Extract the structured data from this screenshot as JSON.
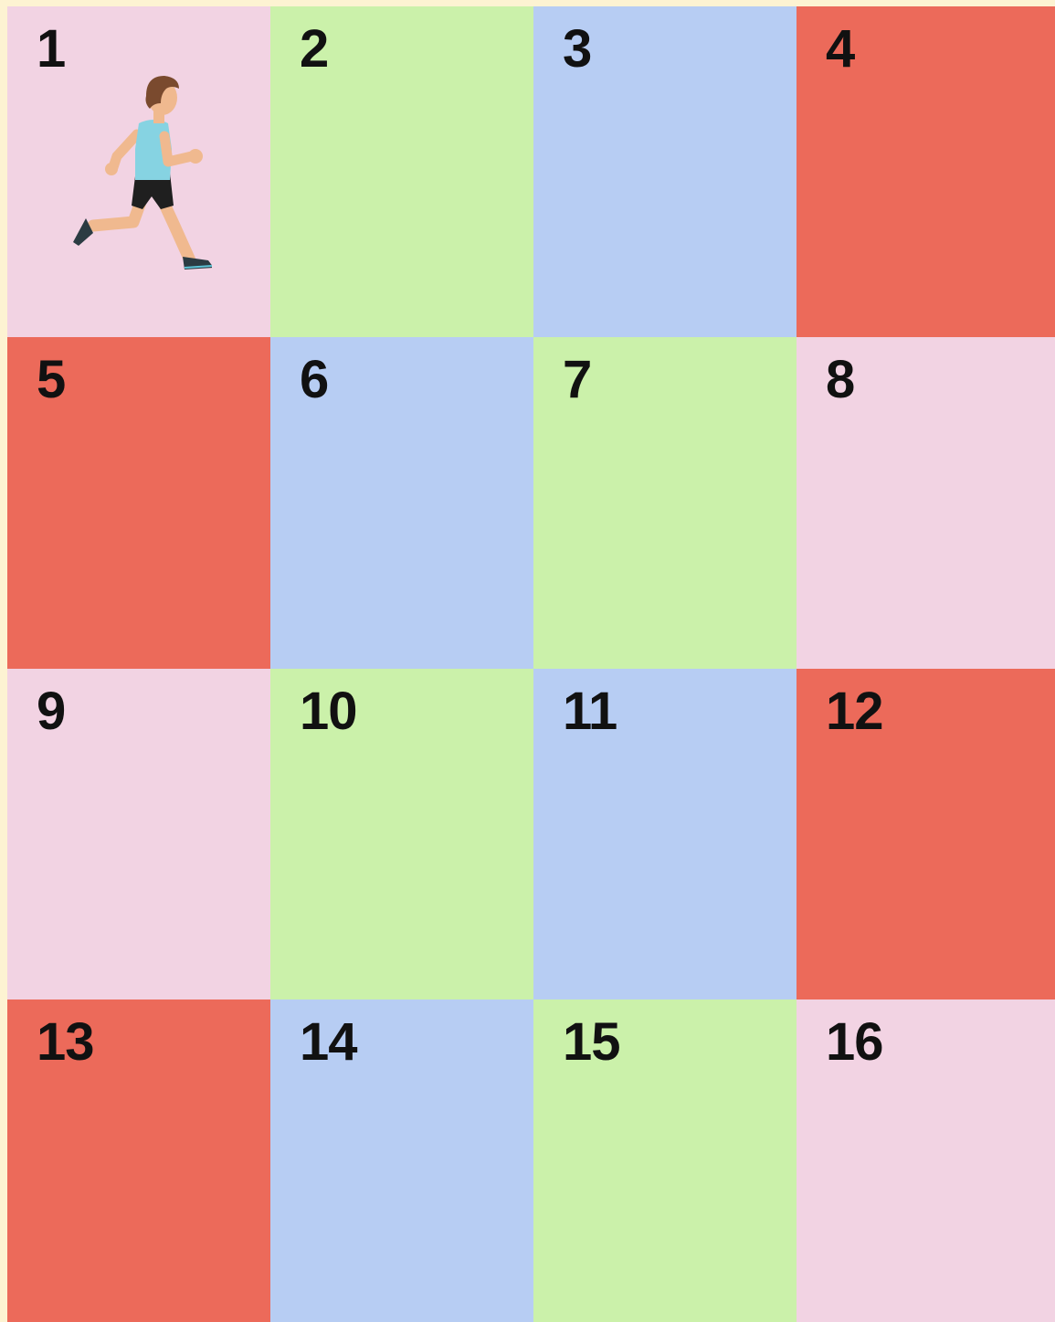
{
  "colors": {
    "pink": "#f2d3e3",
    "green": "#cbf1aa",
    "blue": "#b7cdf3",
    "red": "#ec6a5a",
    "background": "#fdf3d2"
  },
  "board": {
    "cells": [
      {
        "number": "1",
        "color": "pink"
      },
      {
        "number": "2",
        "color": "green"
      },
      {
        "number": "3",
        "color": "blue"
      },
      {
        "number": "4",
        "color": "red"
      },
      {
        "number": "5",
        "color": "red"
      },
      {
        "number": "6",
        "color": "blue"
      },
      {
        "number": "7",
        "color": "green"
      },
      {
        "number": "8",
        "color": "pink"
      },
      {
        "number": "9",
        "color": "pink"
      },
      {
        "number": "10",
        "color": "green"
      },
      {
        "number": "11",
        "color": "blue"
      },
      {
        "number": "12",
        "color": "red"
      },
      {
        "number": "13",
        "color": "red"
      },
      {
        "number": "14",
        "color": "blue"
      },
      {
        "number": "15",
        "color": "green"
      },
      {
        "number": "16",
        "color": "pink"
      }
    ],
    "player_position": 1,
    "player_icon": "running-man-icon"
  }
}
